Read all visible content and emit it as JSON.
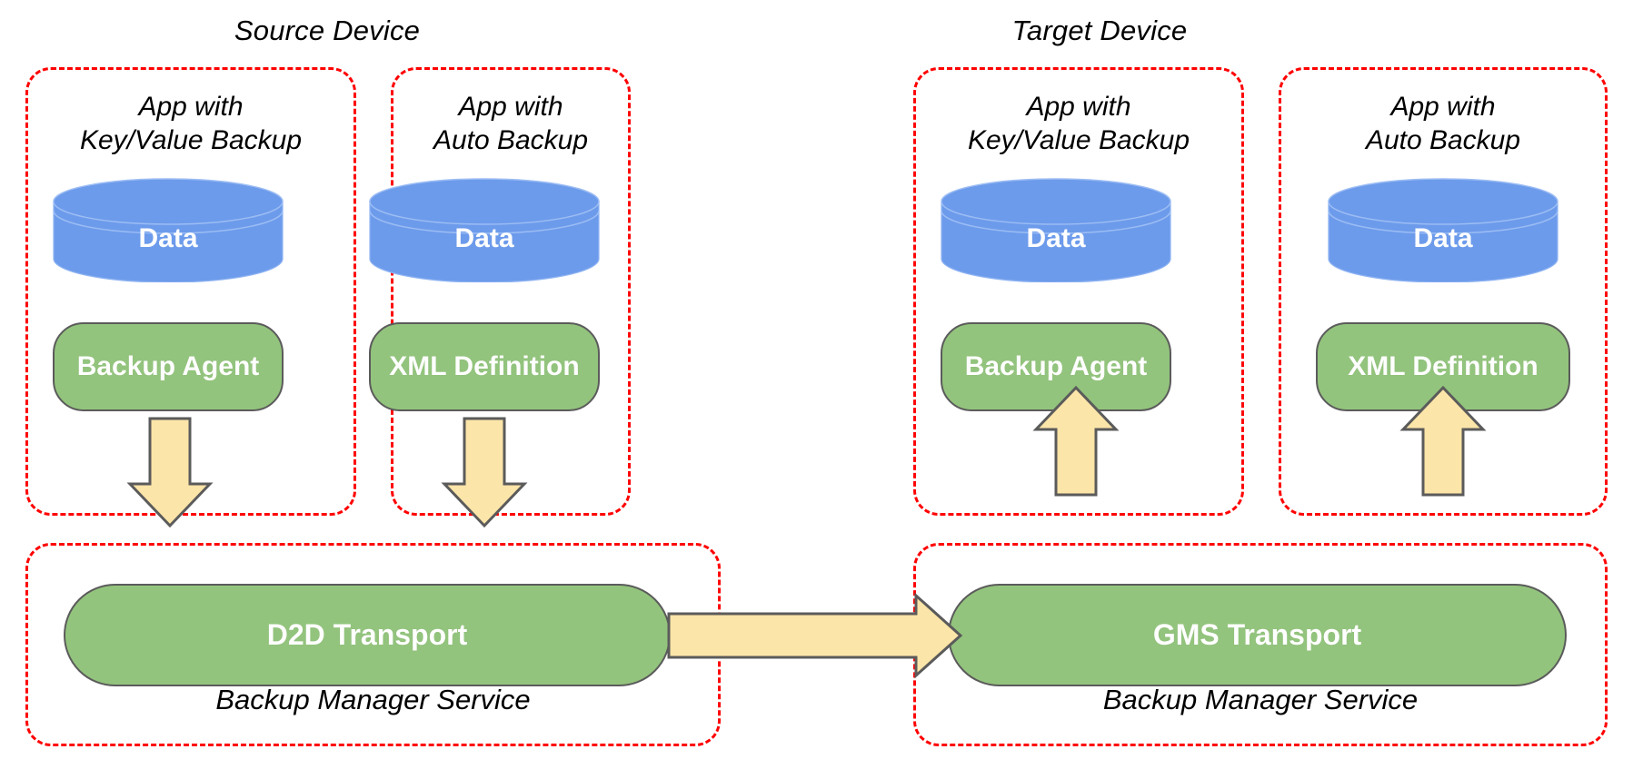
{
  "diagram": {
    "title_source": "Source Device",
    "title_target": "Target Device",
    "colors": {
      "data_cylinder": "#6d9beb",
      "component_green": "#93c47d",
      "arrow_yellow": "#fce5a8",
      "dashed_border_red": "#ff0000",
      "shape_stroke_gray": "#5b5b5b",
      "text_white": "#ffffff",
      "text_black": "#000000",
      "background": "#ffffff"
    },
    "devices": [
      {
        "name": "Source Device",
        "apps": [
          {
            "caption_line1": "App with",
            "caption_line2": "Key/Value Backup",
            "data_label": "Data",
            "component_label": "Backup Agent"
          },
          {
            "caption_line1": "App with",
            "caption_line2": "Auto Backup",
            "data_label": "Data",
            "component_label": "XML Definition"
          }
        ],
        "service": {
          "caption": "Backup Manager Service",
          "transport_label": "D2D Transport"
        }
      },
      {
        "name": "Target Device",
        "apps": [
          {
            "caption_line1": "App with",
            "caption_line2": "Key/Value Backup",
            "data_label": "Data",
            "component_label": "Backup Agent"
          },
          {
            "caption_line1": "App with",
            "caption_line2": "Auto Backup",
            "data_label": "Data",
            "component_label": "XML Definition"
          }
        ],
        "service": {
          "caption": "Backup Manager Service",
          "transport_label": "GMS Transport"
        }
      }
    ],
    "flows": [
      {
        "from": "Backup Agent (Source)",
        "to": "D2D Transport",
        "direction": "down"
      },
      {
        "from": "XML Definition (Source)",
        "to": "D2D Transport",
        "direction": "down"
      },
      {
        "from": "D2D Transport",
        "to": "GMS Transport",
        "direction": "right"
      },
      {
        "from": "GMS Transport",
        "to": "Backup Agent (Target)",
        "direction": "up"
      },
      {
        "from": "GMS Transport",
        "to": "XML Definition (Target)",
        "direction": "up"
      }
    ]
  }
}
